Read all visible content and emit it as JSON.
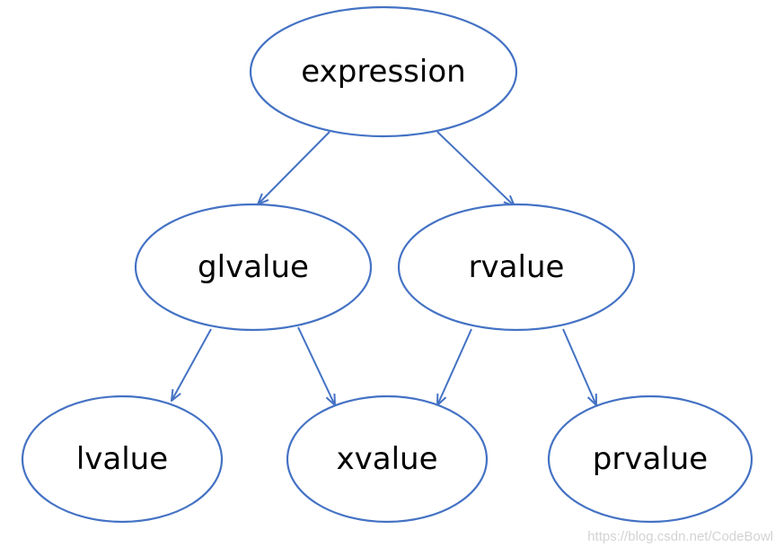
{
  "diagram": {
    "nodes": {
      "expression": "expression",
      "glvalue": "glvalue",
      "rvalue": "rvalue",
      "lvalue": "lvalue",
      "xvalue": "xvalue",
      "prvalue": "prvalue"
    },
    "edges": [
      {
        "from": "expression",
        "to": "glvalue"
      },
      {
        "from": "expression",
        "to": "rvalue"
      },
      {
        "from": "glvalue",
        "to": "lvalue"
      },
      {
        "from": "glvalue",
        "to": "xvalue"
      },
      {
        "from": "rvalue",
        "to": "xvalue"
      },
      {
        "from": "rvalue",
        "to": "prvalue"
      }
    ],
    "colors": {
      "stroke": "#4472c4",
      "text": "#000000"
    }
  },
  "watermark": "https://blog.csdn.net/CodeBowl"
}
